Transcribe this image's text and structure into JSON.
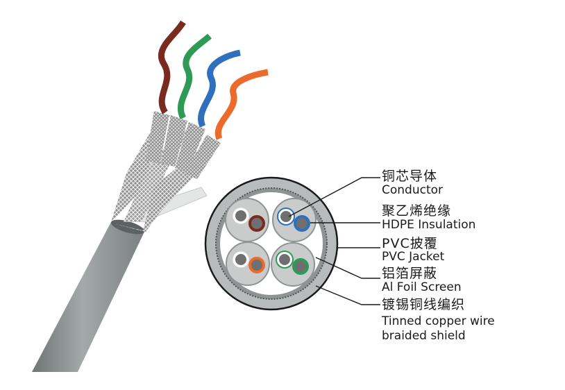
{
  "colors": {
    "jacket": "#8e9394",
    "jacket_ring": "#b7bbbb",
    "foil": "#c9ccca",
    "wire_orange": "#ec6a2c",
    "wire_blue": "#2f6fbd",
    "wire_green": "#2e9a55",
    "wire_brown": "#7a2b1f",
    "copper": "#6f6f6f",
    "leader_line": "#1a1a1a"
  },
  "diagram": {
    "labels": [
      {
        "id": "conductor",
        "zh": "铜芯导体",
        "en": "Conductor"
      },
      {
        "id": "insulation",
        "zh": "聚乙烯绝缘",
        "en": "HDPE Insulation"
      },
      {
        "id": "jacket",
        "zh": "PVC披覆",
        "en": "PVC Jacket"
      },
      {
        "id": "foil",
        "zh": "铝箔屏蔽",
        "en": "Al Foil Screen"
      },
      {
        "id": "braid",
        "zh": "镀锡铜线编织",
        "en_line1": "Tinned copper wire",
        "en_line2": "braided shield"
      }
    ]
  }
}
